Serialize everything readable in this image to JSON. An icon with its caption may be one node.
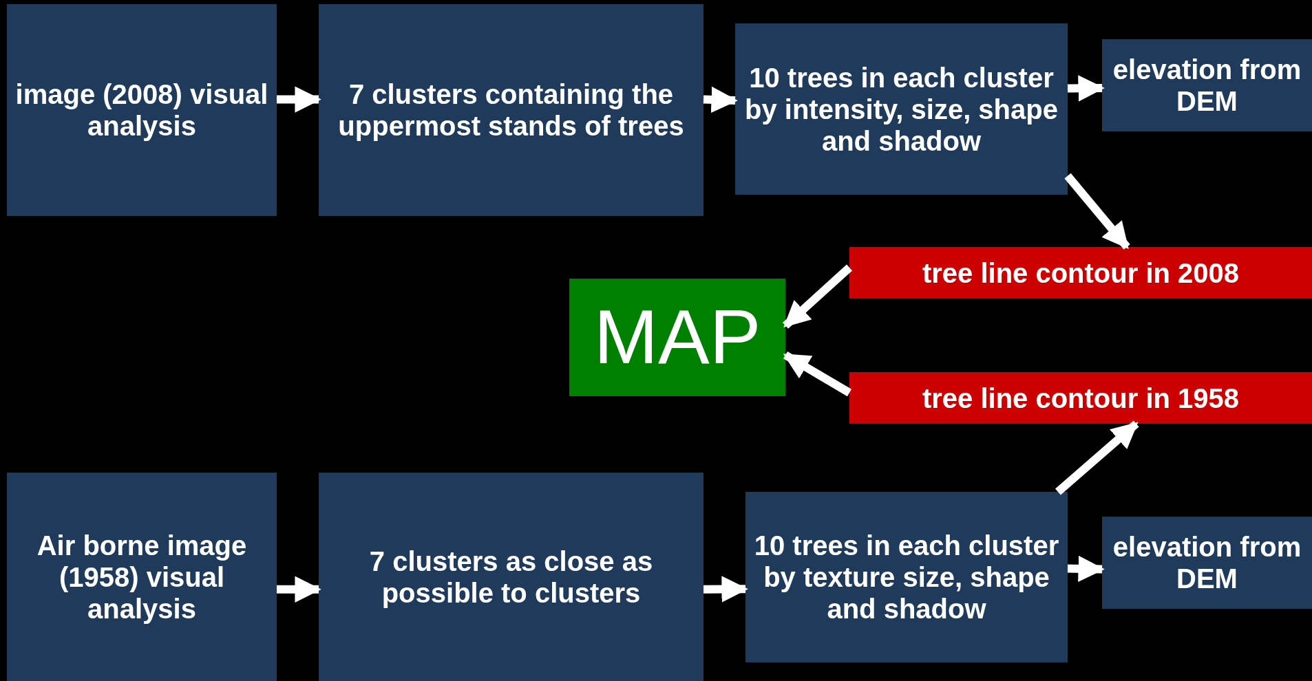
{
  "diagram": {
    "nodes": [
      {
        "text": [
          "image (2008) visual analysis"
        ]
      },
      {
        "text": [
          "7 clusters containing the uppermost stands of trees"
        ]
      },
      {
        "text": [
          "10 trees in each cluster by intensity, size, shape and shadow"
        ]
      },
      {
        "text": [
          "elevation from DEM"
        ]
      },
      {
        "text": [
          "tree line contour in 2008"
        ]
      },
      {
        "text": [
          "MAP"
        ]
      },
      {
        "text": [
          "tree line contour in 1958"
        ]
      },
      {
        "text": [
          "Air borne image (1958) visual analysis"
        ]
      },
      {
        "text": [
          "7 clusters as close as possible to clusters"
        ]
      },
      {
        "text": [
          "10 trees in each cluster by texture size, shape and shadow"
        ]
      },
      {
        "text": [
          "elevation from DEM"
        ]
      }
    ],
    "edges": [
      {
        "from": 0,
        "to": 1,
        "arrow": "to"
      },
      {
        "from": 1,
        "to": 2,
        "arrow": "to"
      },
      {
        "from": 2,
        "to": 3,
        "arrow": "to"
      },
      {
        "from": 2,
        "to": 4,
        "arrow": "to"
      },
      {
        "from": 4,
        "to": 5,
        "arrow": "to"
      },
      {
        "from": 6,
        "to": 5,
        "arrow": "to"
      },
      {
        "from": 7,
        "to": 8,
        "arrow": "to"
      },
      {
        "from": 8,
        "to": 9,
        "arrow": "to"
      },
      {
        "from": 9,
        "to": 10,
        "arrow": "to"
      },
      {
        "from": 9,
        "to": 6,
        "arrow": "to"
      }
    ]
  }
}
